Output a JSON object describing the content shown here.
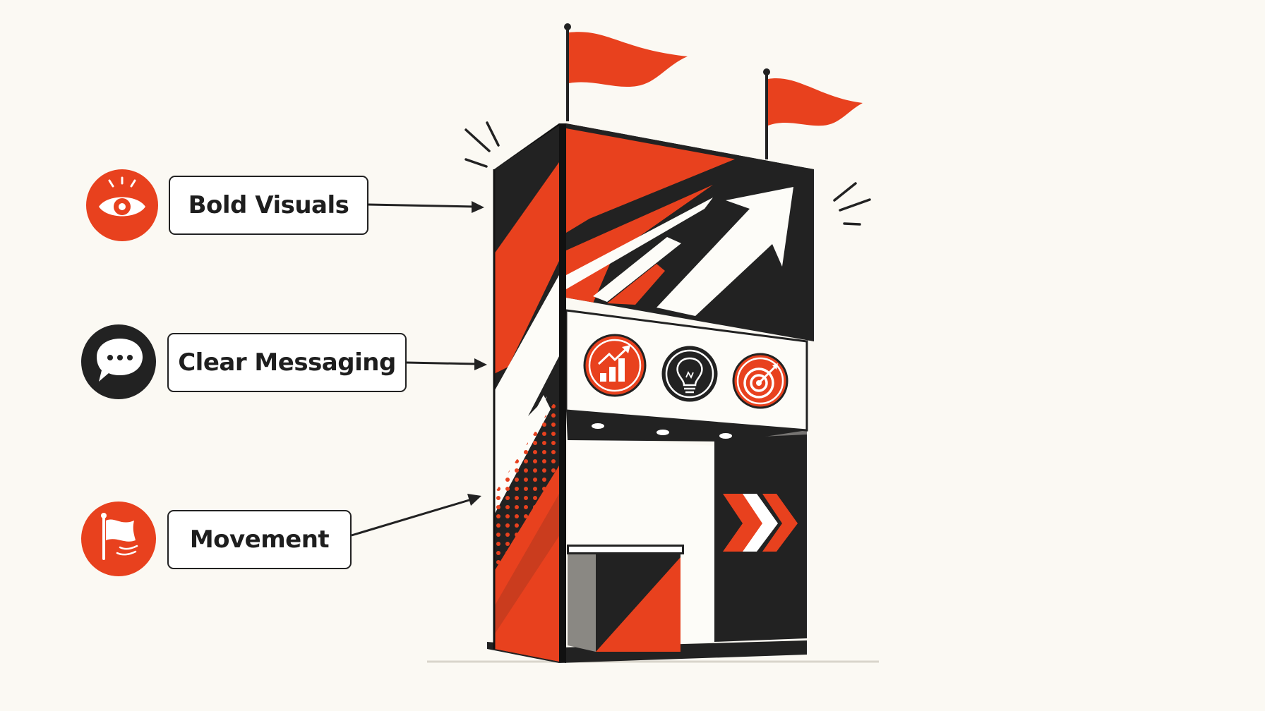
{
  "labels": [
    {
      "id": "bold-visuals",
      "text": "Bold Visuals",
      "icon": "eye-icon",
      "icon_color": "#e8411e"
    },
    {
      "id": "clear-messaging",
      "text": "Clear Messaging",
      "icon": "speech-bubble-icon",
      "icon_color": "#222222"
    },
    {
      "id": "movement",
      "text": "Movement",
      "icon": "flag-icon",
      "icon_color": "#e8411e"
    }
  ],
  "booth_icons": [
    "growth-chart-icon",
    "lightbulb-icon",
    "target-icon"
  ],
  "colors": {
    "accent": "#e8411e",
    "dark": "#222222",
    "background": "#fbf9f3",
    "white": "#ffffff"
  }
}
